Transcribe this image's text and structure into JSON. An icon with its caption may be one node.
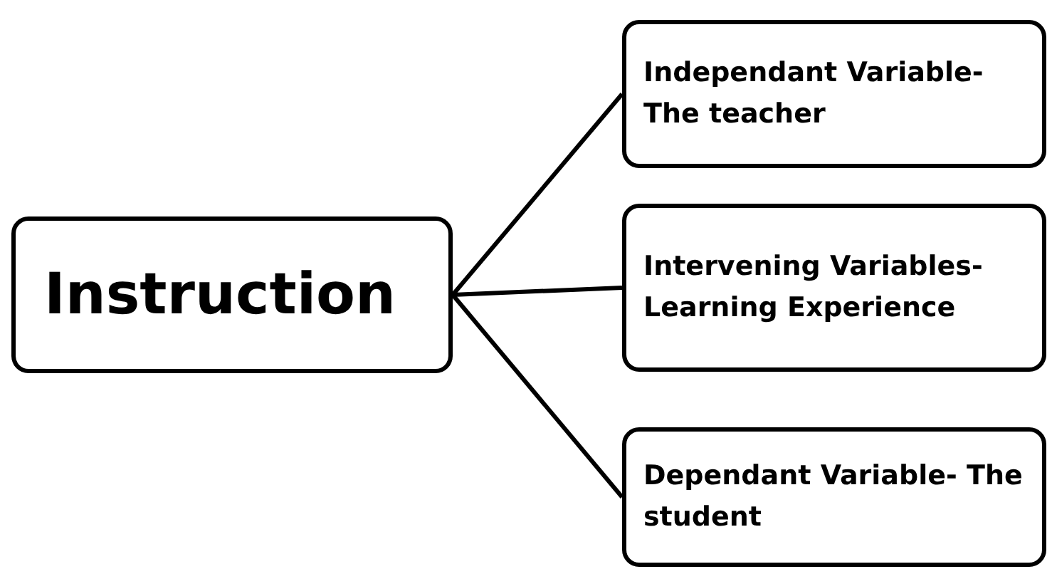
{
  "diagram": {
    "nodes": [
      {
        "text": [
          "Instruction"
        ]
      },
      {
        "text": [
          "Independant Variable- The teacher"
        ]
      },
      {
        "text": [
          "Intervening Variables- Learning Experience"
        ]
      },
      {
        "text": [
          "Dependant Variable- The student"
        ]
      }
    ],
    "edges": [
      {
        "from": 0,
        "to": 1,
        "arrow": "none"
      },
      {
        "from": 0,
        "to": 2,
        "arrow": "none"
      },
      {
        "from": 0,
        "to": 3,
        "arrow": "none"
      }
    ]
  }
}
